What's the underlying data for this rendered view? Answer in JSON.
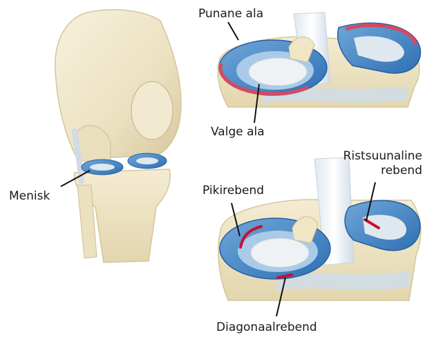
{
  "labels": {
    "punane_ala": "Punane ala",
    "valge_ala": "Valge ala",
    "menisk": "Menisk",
    "ristsuunaline_line1": "Ristsuunaline",
    "ristsuunaline_line2": "rebend",
    "pikirebend": "Pikirebend",
    "diagonaalrebend": "Diagonaalrebend"
  },
  "colors": {
    "bone": "#efe6c9",
    "bone_shadow": "#cdbf97",
    "cartilage": "#e8ecef",
    "meniscus_blue": "#3f86c9",
    "meniscus_light": "#a9cbe8",
    "red_zone": "#d8485f",
    "tear_red": "#c8102e",
    "leader_line": "#111111"
  }
}
